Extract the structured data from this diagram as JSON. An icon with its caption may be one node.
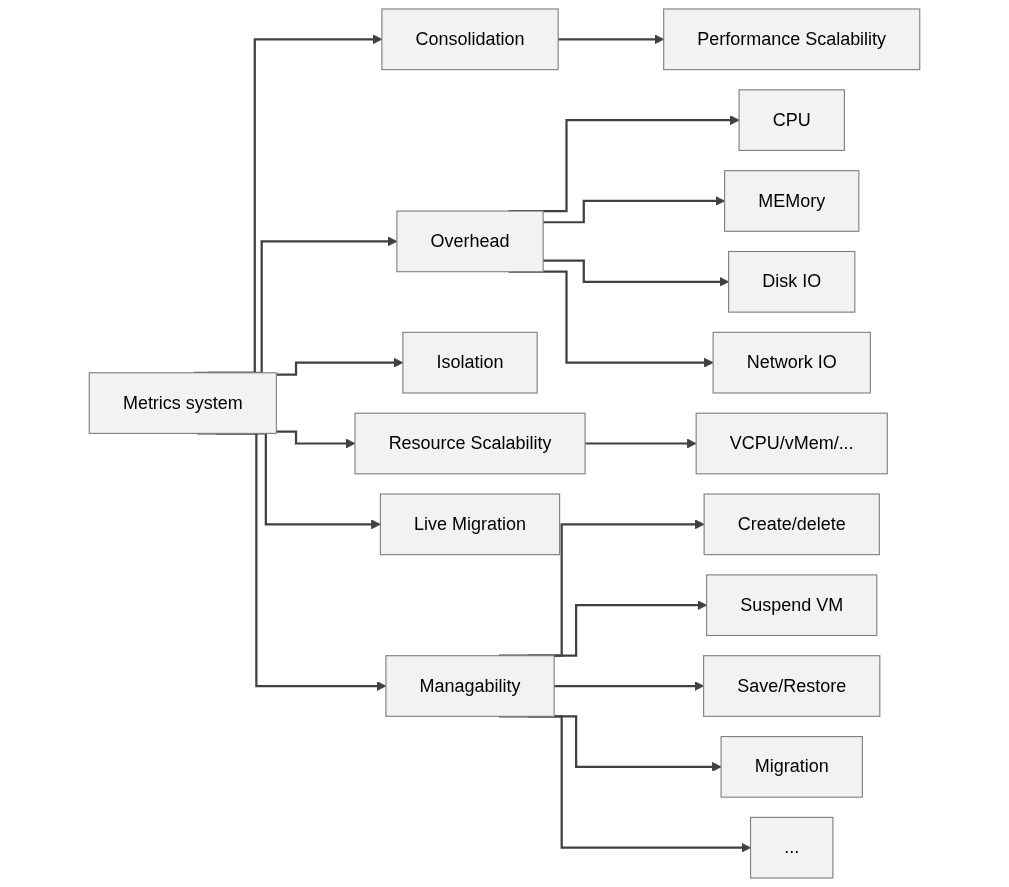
{
  "diagram": {
    "nodes": [
      {
        "text": [
          "Metrics system"
        ]
      },
      {
        "text": [
          "Consolidation"
        ]
      },
      {
        "text": [
          "Performance Scalability"
        ]
      },
      {
        "text": [
          "Overhead"
        ]
      },
      {
        "text": [
          "CPU"
        ]
      },
      {
        "text": [
          "MEMory"
        ]
      },
      {
        "text": [
          "Disk IO"
        ]
      },
      {
        "text": [
          "Network IO"
        ]
      },
      {
        "text": [
          "Isolation"
        ]
      },
      {
        "text": [
          "Resource Scalability"
        ]
      },
      {
        "text": [
          "VCPU/vMem/..."
        ]
      },
      {
        "text": [
          "Live Migration"
        ]
      },
      {
        "text": [
          "Managability"
        ]
      },
      {
        "text": [
          "Create/delete"
        ]
      },
      {
        "text": [
          "Suspend VM"
        ]
      },
      {
        "text": [
          "Save/Restore"
        ]
      },
      {
        "text": [
          "Migration"
        ]
      },
      {
        "text": [
          "..."
        ]
      }
    ],
    "edges": [
      {
        "from": 0,
        "to": 1,
        "arrow": "to"
      },
      {
        "from": 1,
        "to": 2,
        "arrow": "to"
      },
      {
        "from": 0,
        "to": 3,
        "arrow": "to"
      },
      {
        "from": 3,
        "to": 4,
        "arrow": "to"
      },
      {
        "from": 3,
        "to": 5,
        "arrow": "to"
      },
      {
        "from": 3,
        "to": 6,
        "arrow": "to"
      },
      {
        "from": 3,
        "to": 7,
        "arrow": "to"
      },
      {
        "from": 0,
        "to": 8,
        "arrow": "to"
      },
      {
        "from": 0,
        "to": 9,
        "arrow": "to"
      },
      {
        "from": 9,
        "to": 10,
        "arrow": "to"
      },
      {
        "from": 0,
        "to": 11,
        "arrow": "to"
      },
      {
        "from": 0,
        "to": 12,
        "arrow": "to"
      },
      {
        "from": 12,
        "to": 13,
        "arrow": "to"
      },
      {
        "from": 12,
        "to": 14,
        "arrow": "to"
      },
      {
        "from": 12,
        "to": 15,
        "arrow": "to"
      },
      {
        "from": 12,
        "to": 16,
        "arrow": "to"
      },
      {
        "from": 12,
        "to": 17,
        "arrow": "to"
      }
    ]
  }
}
